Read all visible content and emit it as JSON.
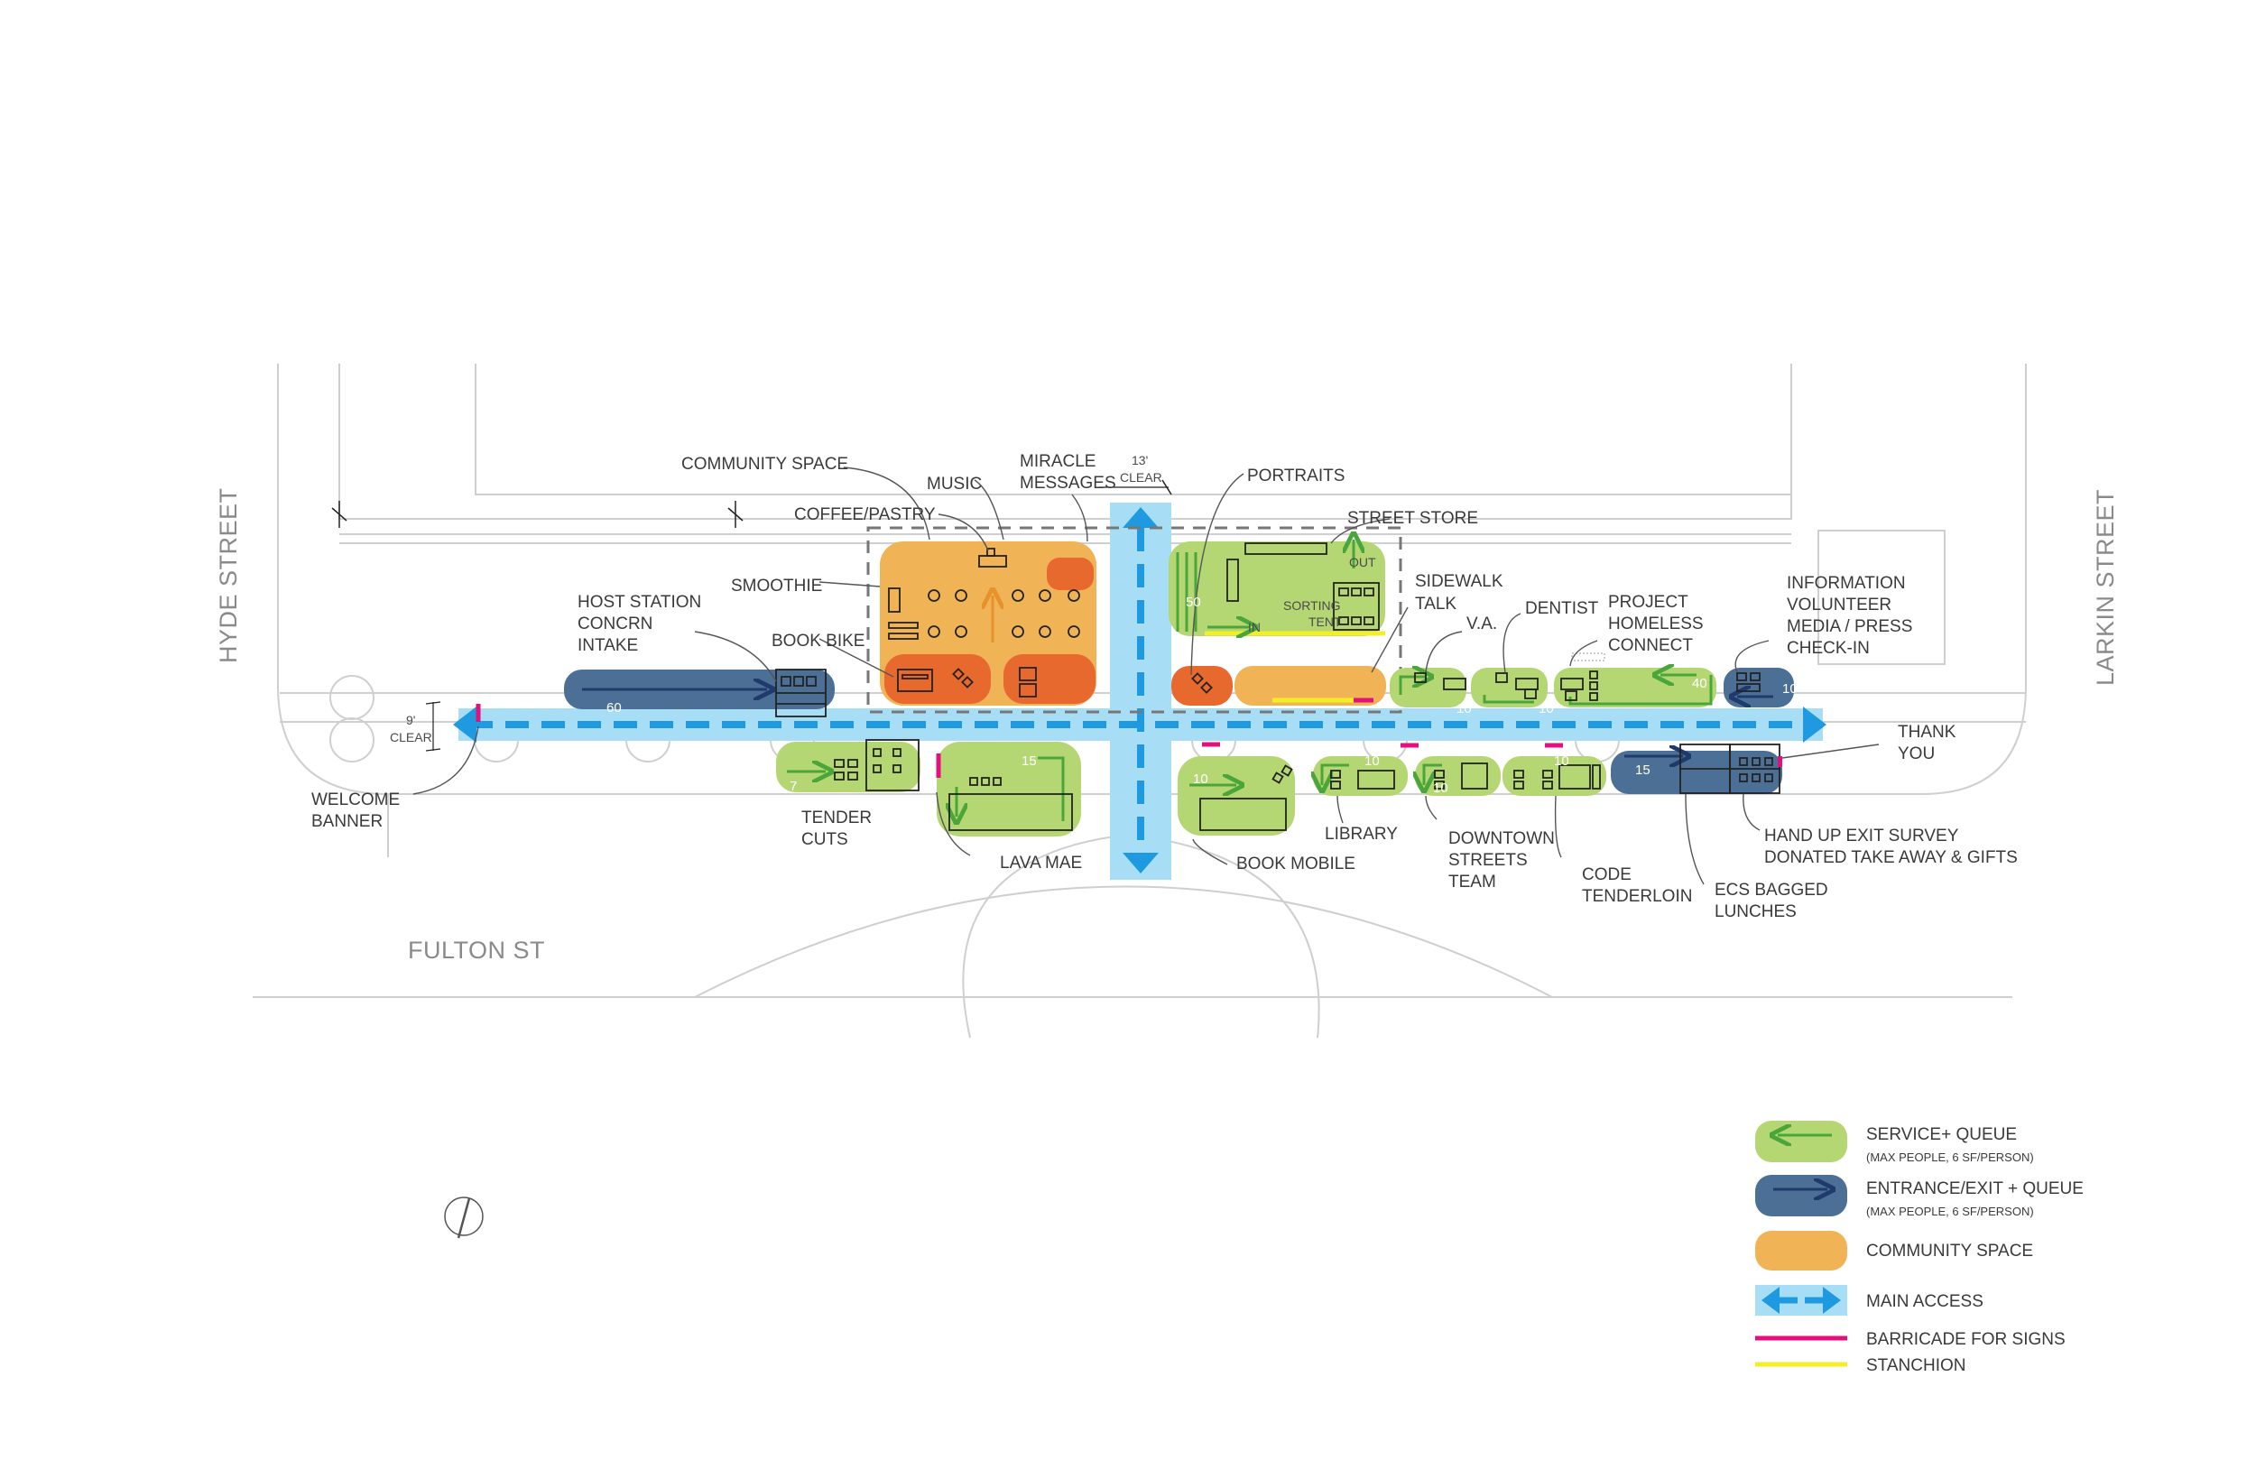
{
  "streets": {
    "hyde": "HYDE STREET",
    "larkin": "LARKIN STREET",
    "fulton": "FULTON ST"
  },
  "dimensions": {
    "clear_13_top": "13'",
    "clear_13_bottom": "CLEAR",
    "clear_9_top": "9'",
    "clear_9_bottom": "CLEAR"
  },
  "zones": {
    "community_space": "COMMUNITY SPACE",
    "music": "MUSIC",
    "miracle_1": "MIRACLE",
    "miracle_2": "MESSAGES",
    "coffee": "COFFEE/PASTRY",
    "smoothie": "SMOOTHIE",
    "host_1": "HOST STATION",
    "host_2": "CONCRN",
    "host_3": "INTAKE",
    "book_bike": "BOOK BIKE",
    "portraits": "PORTRAITS",
    "street_store": "STREET STORE",
    "sorting_1": "SORTING",
    "sorting_2": "TENT",
    "out": "OUT",
    "in": "IN",
    "sidewalk_1": "SIDEWALK",
    "sidewalk_2": "TALK",
    "va": "V.A.",
    "dentist": "DENTIST",
    "project_1": "PROJECT",
    "project_2": "HOMELESS",
    "project_3": "CONNECT",
    "info_1": "INFORMATION",
    "info_2": "VOLUNTEER",
    "info_3": "MEDIA / PRESS",
    "info_4": "CHECK-IN",
    "thank_1": "THANK",
    "thank_2": "YOU",
    "welcome_1": "WELCOME",
    "welcome_2": "BANNER",
    "tender_1": "TENDER",
    "tender_2": "CUTS",
    "lava_mae": "LAVA MAE",
    "book_mobile": "BOOK MOBILE",
    "library": "LIBRARY",
    "downtown_1": "DOWNTOWN",
    "downtown_2": "STREETS",
    "downtown_3": "TEAM",
    "code_1": "CODE",
    "code_2": "TENDERLOIN",
    "ecs_1": "ECS BAGGED",
    "ecs_2": "LUNCHES",
    "hand_1": "HAND UP EXIT SURVEY",
    "hand_2": "DONATED TAKE AWAY & GIFTS"
  },
  "capacities": {
    "entry_queue": "60",
    "sorting": "50",
    "services_north": "40",
    "info_checkin": "10",
    "va": "10",
    "dentist": "10",
    "tender_cuts": "7",
    "lava_mae": "15",
    "book_mobile": "10",
    "library": "10",
    "downtown": "10",
    "code": "10",
    "ecs": "15"
  },
  "legend": {
    "service": "SERVICE+ QUEUE",
    "service_sub": "(MAX PEOPLE, 6 SF/PERSON)",
    "entrance": "ENTRANCE/EXIT + QUEUE",
    "entrance_sub": "(MAX PEOPLE, 6 SF/PERSON)",
    "community": "COMMUNITY SPACE",
    "access": "MAIN ACCESS",
    "barricade": "BARRICADE FOR SIGNS",
    "stanchion": "STANCHION"
  },
  "colors": {
    "service_green": "#b5d773",
    "entrance_blue": "#4b6f95",
    "community_orange": "#f0b456",
    "community_red": "#e8692e",
    "access_light": "#a8def5",
    "access_dark": "#1f9ae0",
    "barricade_pink": "#e2117d",
    "stanchion_yellow": "#f4ef25",
    "arrow_green": "#4aa53a",
    "arrow_navy": "#1f3a6b"
  },
  "icons": {
    "compass": "north-arrow-icon"
  }
}
